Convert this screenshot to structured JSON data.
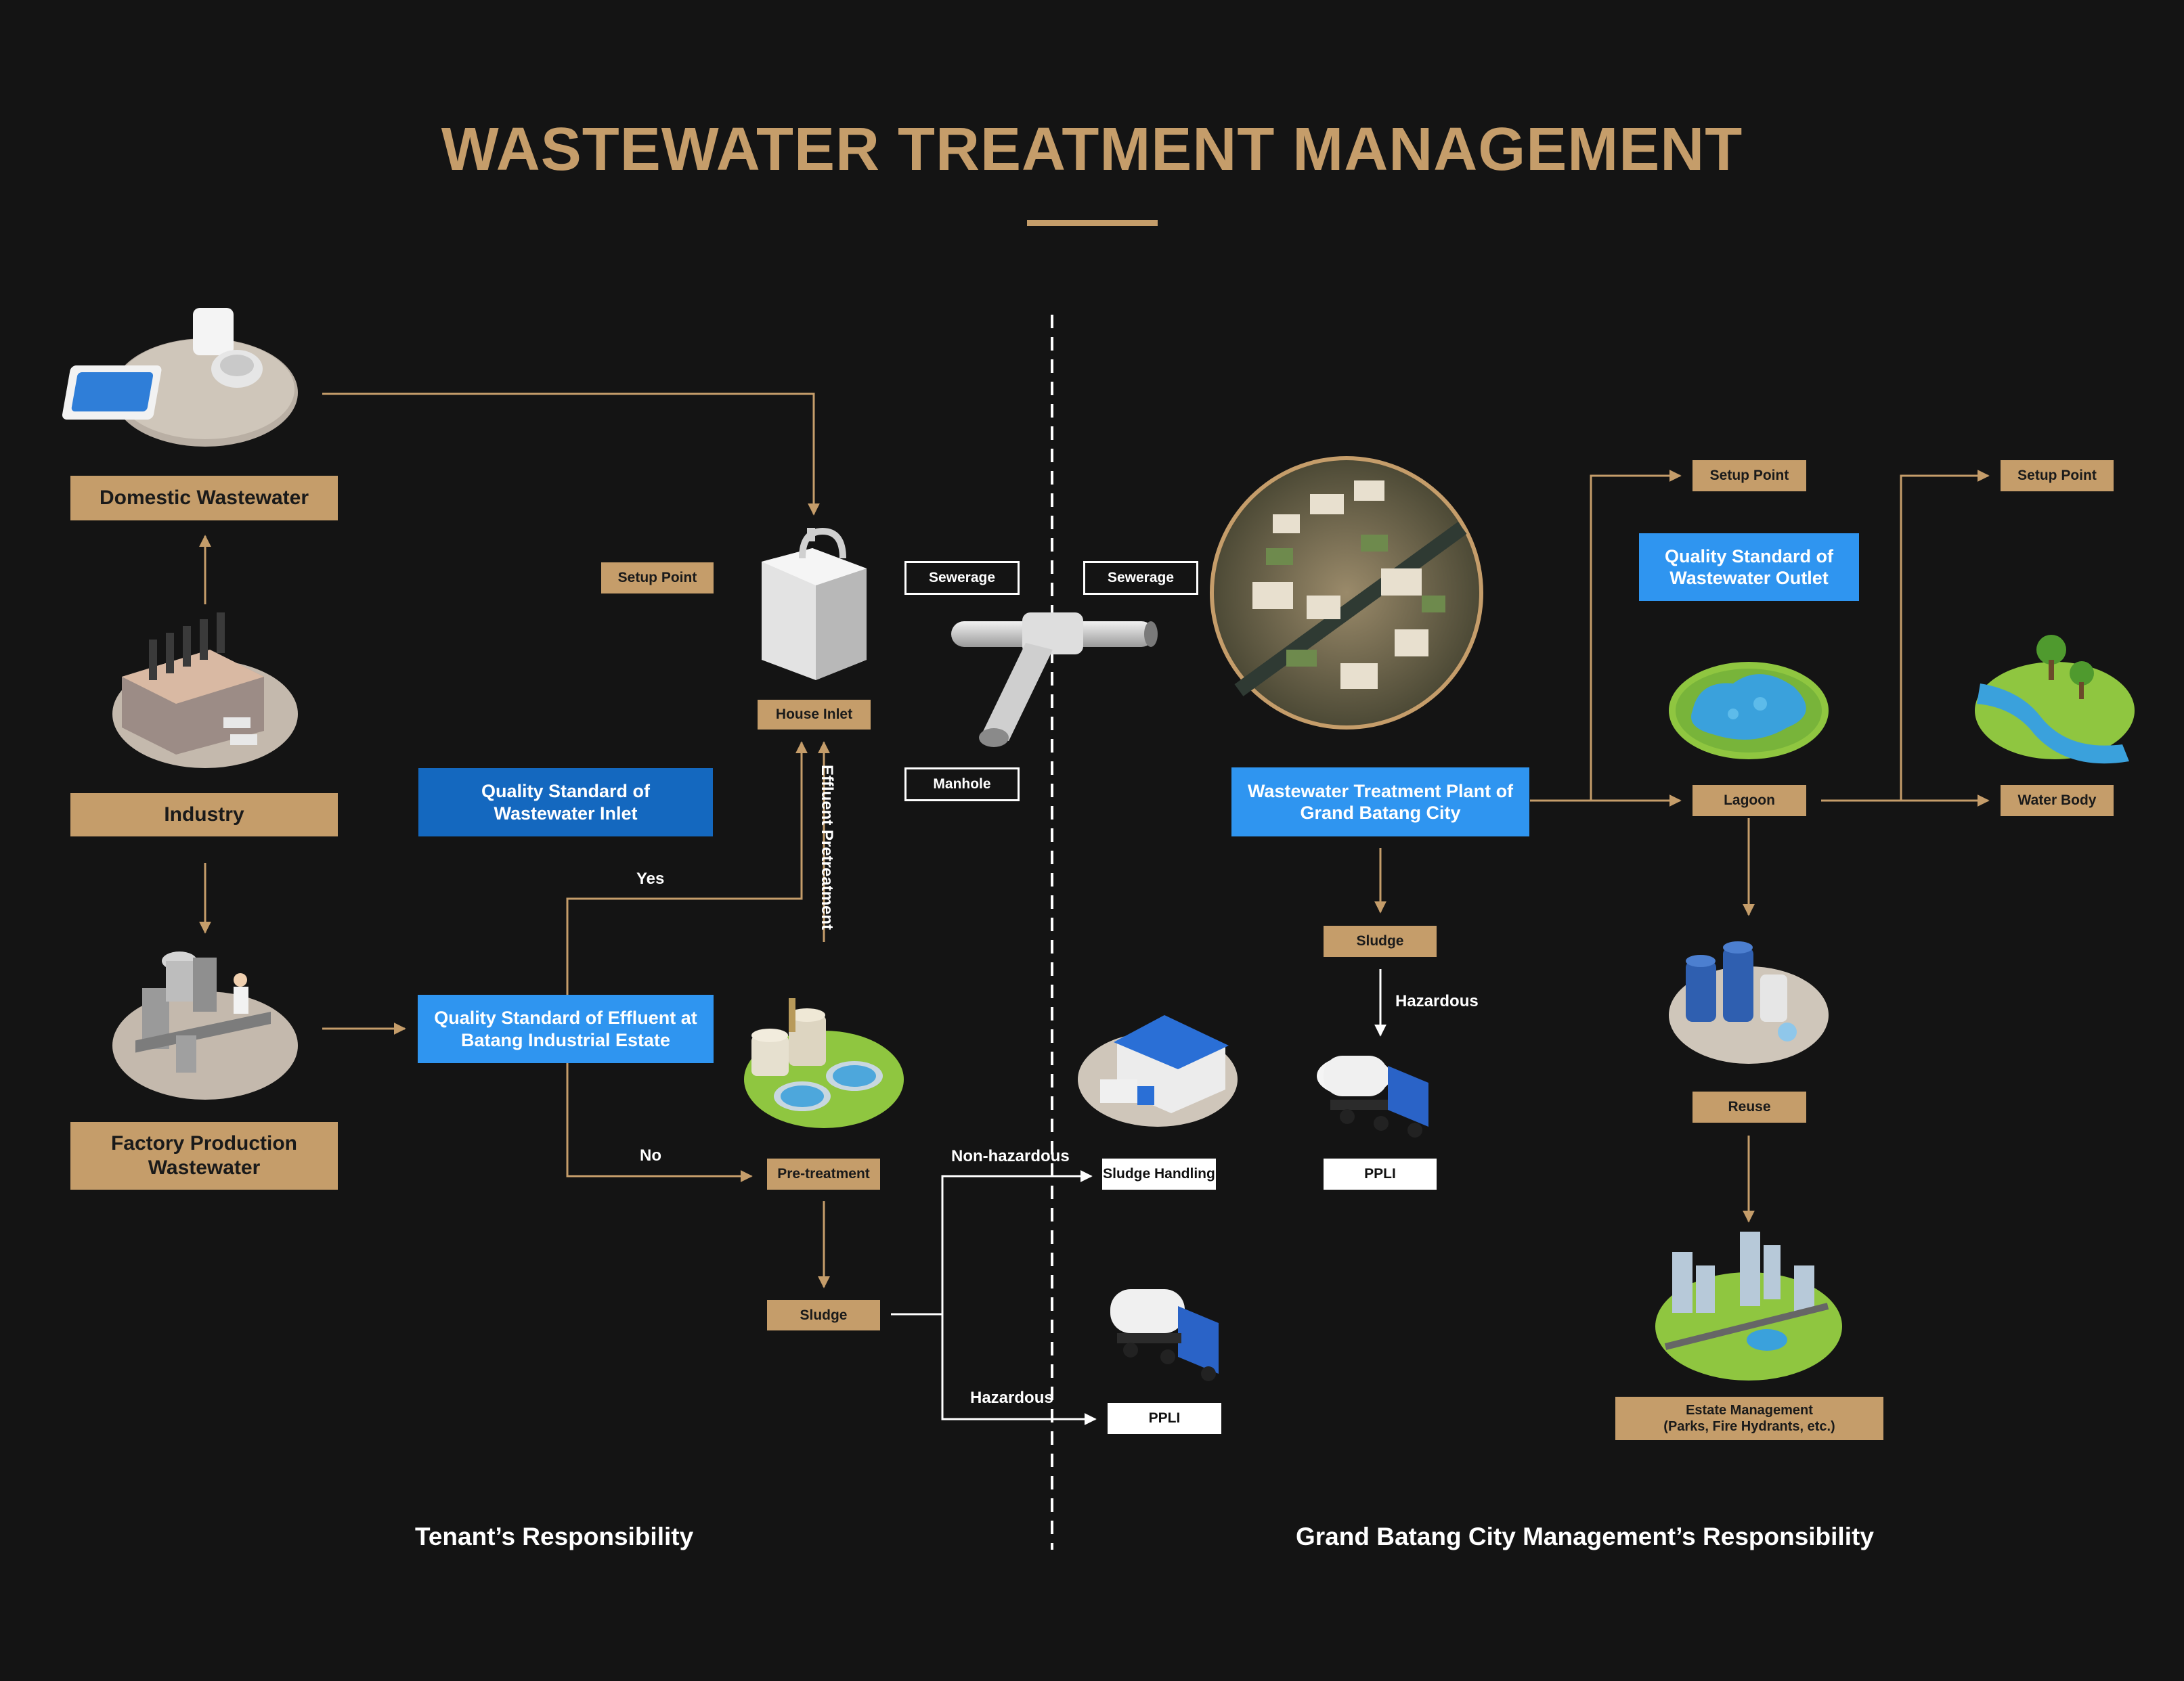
{
  "title": "WASTEWATER TREATMENT MANAGEMENT",
  "colors": {
    "background": "#141414",
    "accent": "#c59d6a",
    "blue": "#2f95f0",
    "dark_blue": "#1468bf",
    "white": "#ffffff"
  },
  "sources": {
    "domestic": "Domestic Wastewater",
    "industry": "Industry",
    "factory": "Factory Production Wastewater"
  },
  "tenant": {
    "setup_point": "Setup Point",
    "house_inlet": "House Inlet",
    "quality_inlet": "Quality Standard of Wastewater Inlet",
    "quality_effluent": "Quality Standard of Effluent at Batang Industrial Estate",
    "yes": "Yes",
    "no": "No",
    "effluent_pretreatment": "Effluent Pretreatment",
    "pre_treatment": "Pre-treatment",
    "sludge": "Sludge",
    "non_hazardous": "Non-hazardous",
    "hazardous": "Hazardous",
    "sludge_handling": "Sludge Handling",
    "ppli": "PPLI"
  },
  "pipes": {
    "sewerage_left": "Sewerage",
    "sewerage_right": "Sewerage",
    "manhole": "Manhole"
  },
  "city": {
    "wwtp": "Wastewater Treatment Plant of Grand Batang City",
    "sludge": "Sludge",
    "hazardous": "Hazardous",
    "ppli": "PPLI",
    "setup_point_1": "Setup Point",
    "setup_point_2": "Setup Point",
    "quality_outlet": "Quality Standard of Wastewater Outlet",
    "lagoon": "Lagoon",
    "water_body": "Water Body",
    "reuse": "Reuse",
    "estate_management": "Estate Management\n(Parks, Fire Hydrants, etc.)"
  },
  "responsibility": {
    "tenant": "Tenant’s Responsibility",
    "city": "Grand Batang City Management’s Responsibility"
  },
  "icons": [
    "bathroom-icon",
    "industry-icon",
    "factory-icon",
    "house-inlet-tank-icon",
    "pipe-tee-icon",
    "city-aerial-icon",
    "pretreatment-plant-icon",
    "warehouse-icon",
    "tanker-truck-icon",
    "lagoon-icon",
    "river-icon",
    "reuse-plant-icon",
    "smart-city-icon"
  ]
}
